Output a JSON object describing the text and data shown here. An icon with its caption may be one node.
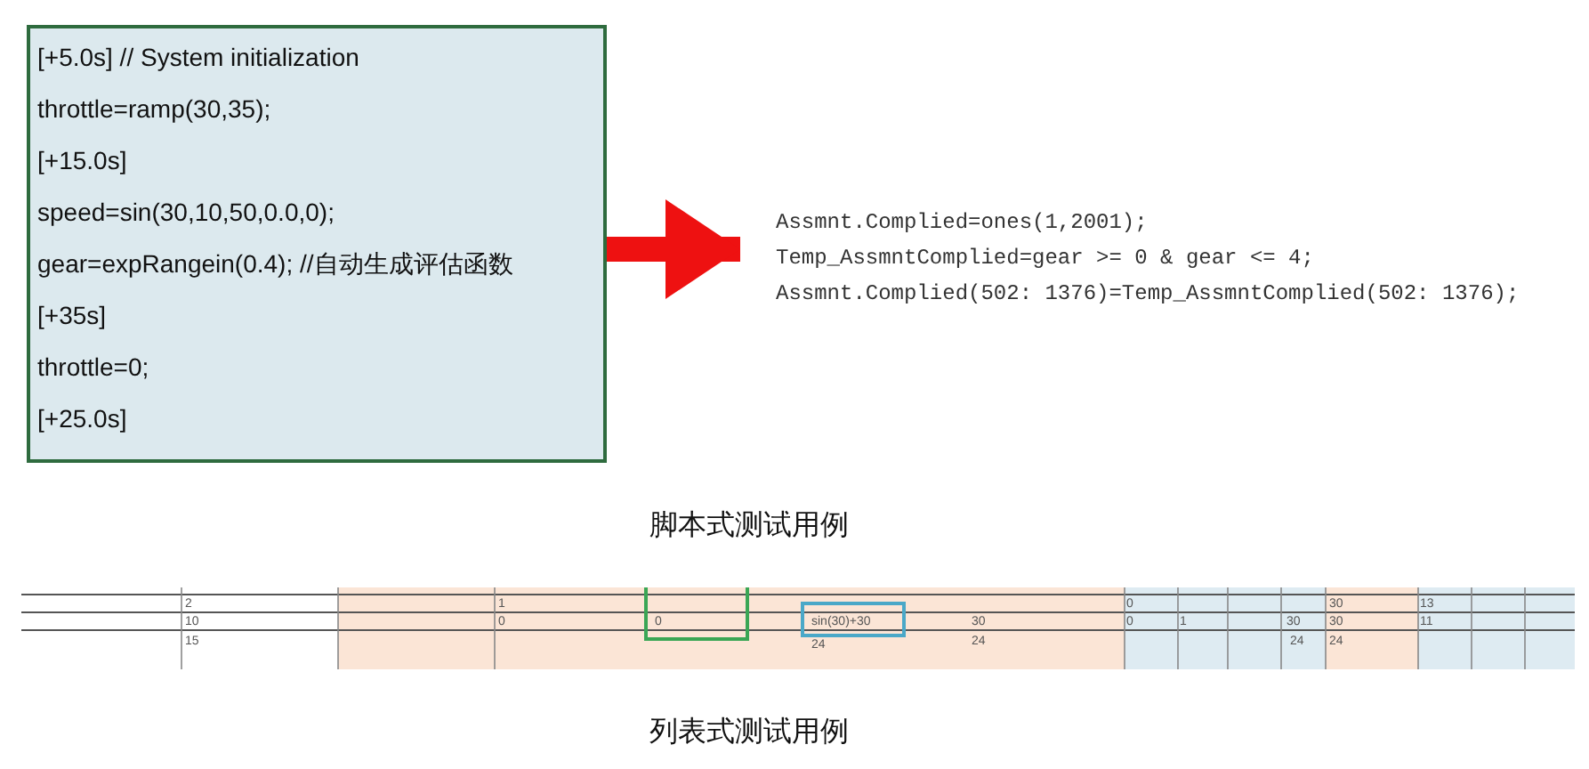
{
  "diagram": {
    "nodes": [
      {
        "text": [
          "[+5.0s] // System initialization",
          "throttle=ramp(30,35);",
          "[+15.0s]",
          "speed=sin(30,10,50,0.0,0);",
          "gear=expRangein(0.4); //自动生成评估函数",
          "[+35s]",
          "throttle=0;",
          "[+25.0s]"
        ]
      },
      {
        "text": [
          "Assmnt.Complied=ones(1,2001);",
          "Temp_AssmntComplied=gear >= 0 & gear <= 4;",
          "Assmnt.Complied(502: 1376)=Temp_AssmntComplied(502: 1376);"
        ]
      }
    ],
    "edges": [
      {
        "from": 0,
        "to": 1,
        "arrow": "to",
        "color": "#ee1111"
      }
    ],
    "labels": [
      "脚本式测试用例",
      "2",
      "1",
      "0",
      "30",
      "13",
      "10",
      "0",
      "0",
      "sin(30)+30",
      "30",
      "0",
      "1",
      "30",
      "30",
      "11",
      "15",
      "24",
      "24",
      "24",
      "24",
      "列表式测试用例"
    ]
  }
}
